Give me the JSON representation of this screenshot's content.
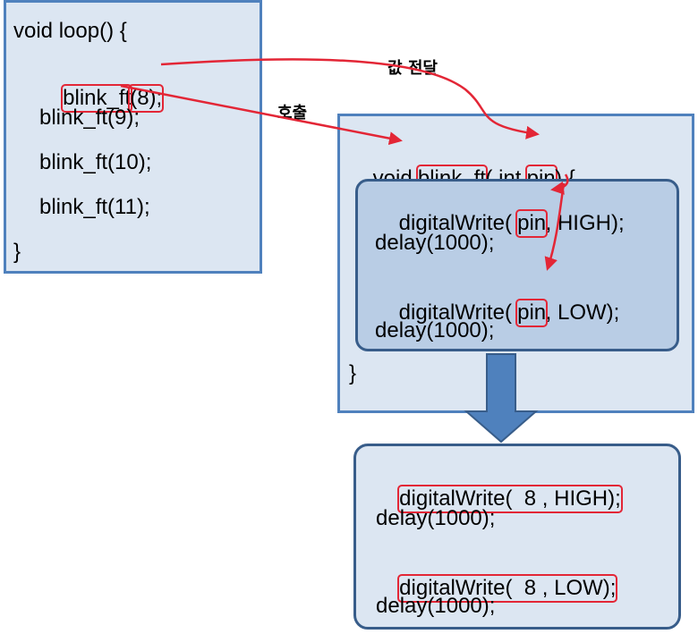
{
  "loop": {
    "header": "void loop() {",
    "calls": [
      {
        "name": "blink_ft",
        "arg": "(8);"
      },
      {
        "text": "blink_ft(9);"
      },
      {
        "text": "blink_ft(10);"
      },
      {
        "text": "blink_ft(11);"
      }
    ],
    "close": "}"
  },
  "func": {
    "prefix": "void ",
    "name": "blink_ft",
    "mid": "( int ",
    "param": "pin",
    "suffix": ") {",
    "close": "}"
  },
  "body": [
    {
      "pre": "digitalWrite( ",
      "param": "pin",
      "post": ", HIGH);"
    },
    {
      "text": "delay(1000);"
    },
    {
      "pre": "digitalWrite( ",
      "param": "pin",
      "post": ", LOW);"
    },
    {
      "text": "delay(1000);"
    }
  ],
  "result": [
    {
      "text": "digitalWrite(  8 , HIGH);",
      "highlighted": true
    },
    {
      "text": "delay(1000);"
    },
    {
      "text": "digitalWrite(  8 , LOW);",
      "highlighted": true
    },
    {
      "text": "delay(1000);"
    }
  ],
  "annotations": {
    "call": "호출",
    "pass_value": "값 전달"
  },
  "colors": {
    "box_fill": "#dce6f2",
    "inner_fill": "#b9cde5",
    "border": "#4f81bd",
    "highlight": "#e32636",
    "big_arrow": "#4f81bd"
  }
}
